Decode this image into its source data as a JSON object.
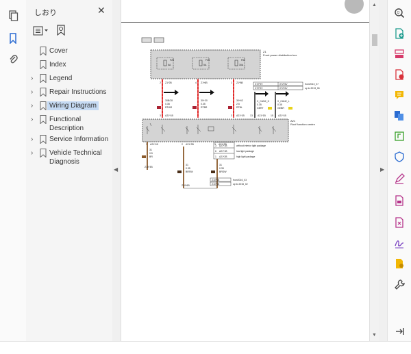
{
  "sidebar": {
    "title": "しおり",
    "items": [
      {
        "label": "Cover",
        "expandable": false,
        "selected": false
      },
      {
        "label": "Index",
        "expandable": false,
        "selected": false
      },
      {
        "label": "Legend",
        "expandable": true,
        "selected": false
      },
      {
        "label": "Repair Instructions",
        "expandable": true,
        "selected": false
      },
      {
        "label": "Wiring Diagram",
        "expandable": true,
        "selected": true
      },
      {
        "label": "Functional Description",
        "expandable": true,
        "selected": false
      },
      {
        "label": "Service Information",
        "expandable": true,
        "selected": false
      },
      {
        "label": "Vehicle Technical Diagnosis",
        "expandable": true,
        "selected": false
      }
    ]
  },
  "diagram": {
    "z1": {
      "id": "Z1",
      "name": "Front power distribution box"
    },
    "fuses": [
      {
        "id": "F29",
        "rating": "5A"
      },
      {
        "id": "F25",
        "rating": "5A"
      },
      {
        "id": "F62",
        "rating": "30A"
      }
    ],
    "wires_top": [
      {
        "pin": "2",
        "conn": "Z1*2B",
        "spec": [
          "30B/28",
          "0.35",
          "RTWS"
        ]
      },
      {
        "pin": "4",
        "conn": "Z1*6B",
        "spec": [
          "30+30",
          "0.35",
          "RTBR"
        ]
      },
      {
        "pin": "1",
        "conn": "Z1*8B",
        "spec": [
          "30+62",
          "2.5",
          "RTBL"
        ]
      }
    ],
    "can": [
      {
        "conn": "X72*9V",
        "label": "X_CAN2_H",
        "spec": [
          "0.35",
          "GERT"
        ],
        "pin": "13",
        "target": "A21*1B"
      },
      {
        "conn": "X72*6V",
        "label": "X_CAN2_L",
        "spec": [
          "0.35",
          "GEBR"
        ],
        "pin": "15",
        "target": "A21*1B"
      }
    ],
    "can_variants": [
      "from2013_07",
      "up to 2013_06"
    ],
    "a21": {
      "id": "A21",
      "name": "Roof function centre"
    },
    "a21_pins": [
      "3",
      "3"
    ],
    "a21_conns": [
      "A21*1B",
      "A21*1B"
    ],
    "lower_conns": [
      {
        "pin": "1",
        "conn": "A21*1B"
      },
      {
        "pin": "2",
        "conn": "A21*2B"
      },
      {
        "pin": "3",
        "conn": "A21*2B"
      }
    ],
    "options": [
      {
        "pin": "3",
        "conn": "A21*1B",
        "text": "without interior light package"
      },
      {
        "pin": "6",
        "conn": "A21*1B",
        "text": "low light package"
      },
      {
        "pin": "1",
        "conn": "A21*2B",
        "text": "high light package"
      }
    ],
    "ground_wires": [
      {
        "spec": [
          "31",
          "0.5",
          "BR"
        ],
        "conn": "Z10*3B"
      },
      {
        "spec": [
          "31",
          "0.35",
          "BRSW"
        ],
        "conn": "Z10*6B"
      },
      {
        "spec": [
          "31",
          "0.35",
          "BRSW"
        ],
        "conn": "Z10*6B"
      }
    ],
    "ground_variants": [
      {
        "conn": "Z10*6B",
        "text": "from2016_03"
      },
      {
        "conn": "Z10*6B",
        "text": "up to 2015_02"
      }
    ]
  }
}
